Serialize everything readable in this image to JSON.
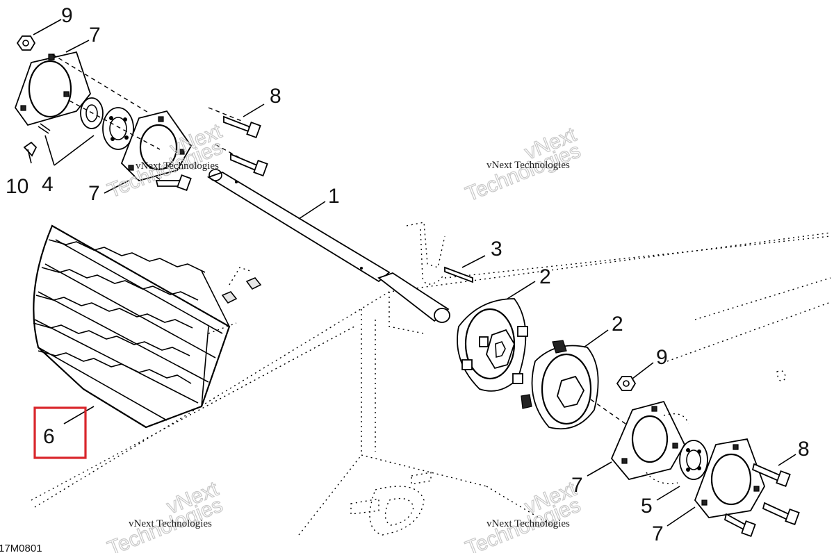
{
  "figure_id": "17M0801",
  "callouts": [
    "1",
    "2",
    "2",
    "3",
    "4",
    "5",
    "6",
    "7",
    "7",
    "7",
    "7",
    "8",
    "8",
    "9",
    "9",
    "10"
  ],
  "highlight": {
    "callout": "6",
    "color": "#d9262b"
  },
  "watermark": {
    "line1": "vNext",
    "line2": "Technologies",
    "small": "vNext Technologies"
  }
}
